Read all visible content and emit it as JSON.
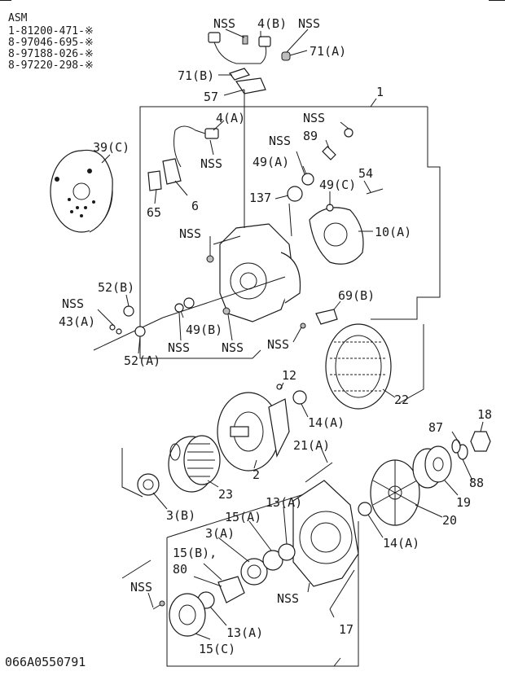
{
  "header": {
    "asm_label": "ASM",
    "part_numbers": [
      "1-81200-471-※",
      "8-97046-695-※",
      "8-97188-026-※",
      "8-97220-298-※"
    ]
  },
  "footer": {
    "figure_code": "066A0550791"
  },
  "callouts": {
    "nss_top_left": "NSS",
    "c4b": "4(B)",
    "nss_top_right": "NSS",
    "c71a": "71(A)",
    "c71b": "71(B)",
    "c57": "57",
    "c1": "1",
    "c4a": "4(A)",
    "nss_4a": "NSS",
    "nss_89": "NSS",
    "c89": "89",
    "nss_49a": "NSS",
    "c49a": "49(A)",
    "c39c": "39(C)",
    "c6": "6",
    "c65": "65",
    "c137": "137",
    "c49c": "49(C)",
    "c54": "54",
    "c10a": "10(A)",
    "nss_frame": "NSS",
    "c52b": "52(B)",
    "c69b": "69(B)",
    "nss_43": "NSS",
    "c43a": "43(A)",
    "c49b": "49(B)",
    "nss_52a": "NSS",
    "nss_49b": "NSS",
    "nss_69b": "NSS",
    "c52a": "52(A)",
    "c12": "12",
    "c22": "22",
    "c14a_top": "14(A)",
    "c18": "18",
    "c87": "87",
    "c21a": "21(A)",
    "c2": "2",
    "c23": "23",
    "c3b": "3(B)",
    "c88": "88",
    "c19": "19",
    "c13a_mid": "13(A)",
    "c15a": "15(A)",
    "c20": "20",
    "c3a": "3(A)",
    "c14a_bot": "14(A)",
    "c15b": "15(B),",
    "c80": "80",
    "nss_bot": "NSS",
    "nss_frame2": "NSS",
    "c13a_bot": "13(A)",
    "c17": "17",
    "c15c": "15(C)"
  }
}
